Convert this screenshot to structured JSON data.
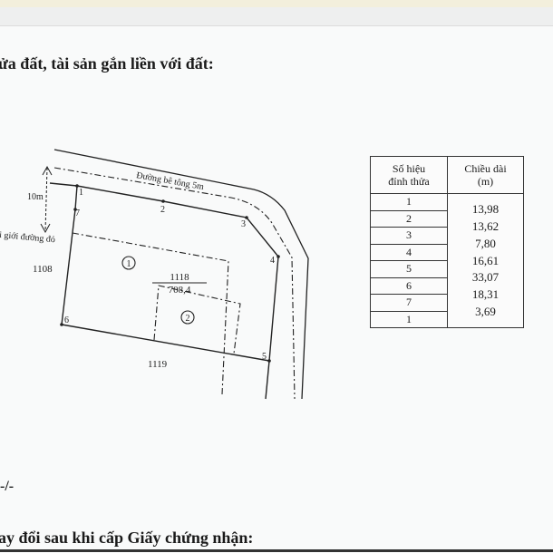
{
  "document": {
    "section_heading": "ửa đất, tài sản gắn liền với đất:",
    "no_change_mark": "-/-",
    "changes_heading": "ay đổi sau khi cấp Giấy chứng nhận:"
  },
  "plan": {
    "road_label": "Đường bê tông 5m",
    "setback_label": "10m",
    "red_line_label": "i giới đường đỏ",
    "neighbor_west": "1108",
    "neighbor_south": "1119",
    "parcel_number": "1118",
    "parcel_area": "708,4",
    "zone_1": "1",
    "zone_2": "2",
    "vertices": [
      "1",
      "2",
      "3",
      "4",
      "5",
      "6",
      "7"
    ]
  },
  "lengths_table": {
    "headers": [
      "Số hiệu\nđỉnh thửa",
      "Chiều dài\n(m)"
    ],
    "header_col1_line1": "Số hiệu",
    "header_col1_line2": "đỉnh thửa",
    "header_col2_line1": "Chiều dài",
    "header_col2_line2": "(m)",
    "points": [
      "1",
      "2",
      "3",
      "4",
      "5",
      "6",
      "7",
      "1"
    ],
    "lengths": [
      "13,98",
      "13,62",
      "7,80",
      "16,61",
      "33,07",
      "18,31",
      "3,69"
    ]
  }
}
